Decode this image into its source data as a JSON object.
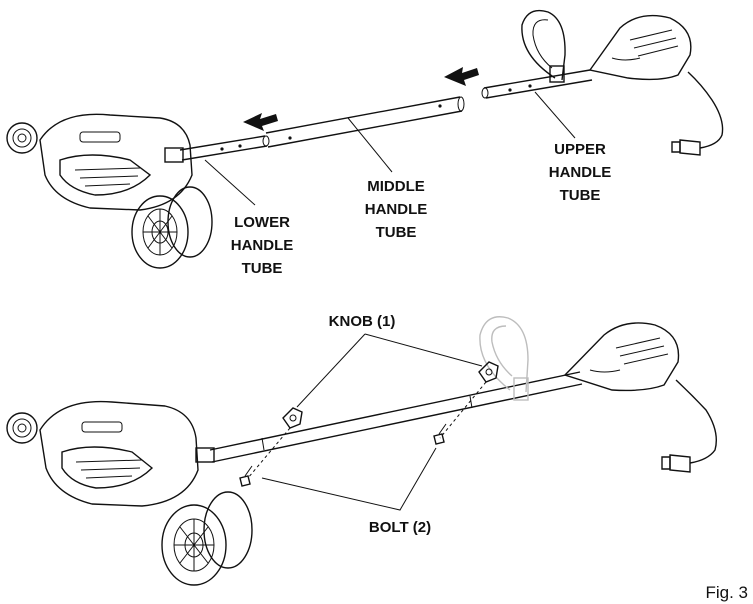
{
  "labels": {
    "lower_tube": [
      "LOWER",
      "HANDLE",
      "TUBE"
    ],
    "middle_tube": [
      "MIDDLE",
      "HANDLE",
      "TUBE"
    ],
    "upper_tube": [
      "UPPER",
      "HANDLE",
      "TUBE"
    ],
    "knob": "KNOB (1)",
    "bolt": "BOLT (2)"
  },
  "figure_caption": "Fig. 3"
}
